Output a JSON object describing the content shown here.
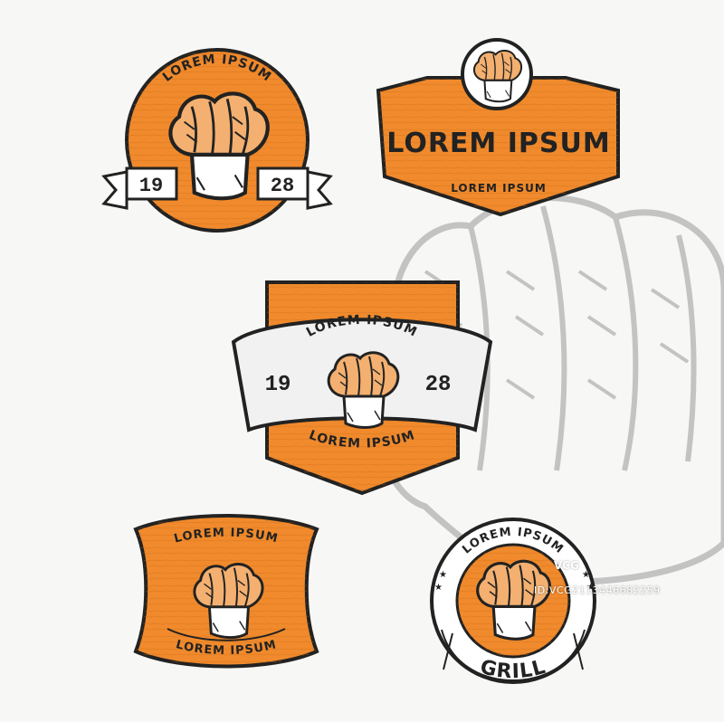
{
  "colors": {
    "orange": "#f08a2c",
    "ink": "#222222",
    "paper": "#f7f7f5",
    "ghost": "#a9a9a9"
  },
  "badge_round": {
    "top_text": "LOREM IPSUM",
    "year_left": "19",
    "year_right": "28"
  },
  "badge_hex": {
    "title": "LOREM IPSUM",
    "subtitle": "LOREM IPSUM"
  },
  "badge_shield": {
    "top_text": "LOREM IPSUM",
    "year_left": "19",
    "year_right": "28",
    "bottom_text": "LOREM IPSUM"
  },
  "badge_oval": {
    "top_text": "LOREM IPSUM",
    "bottom_text": "LOREM IPSUM"
  },
  "badge_circle": {
    "top_text": "LOREM IPSUM",
    "bottom_text": "GRILL"
  },
  "watermark": {
    "text": "ID:VCG2113446682259"
  },
  "icons": {
    "hat": "chef-hat-icon",
    "star": "star-icon"
  }
}
